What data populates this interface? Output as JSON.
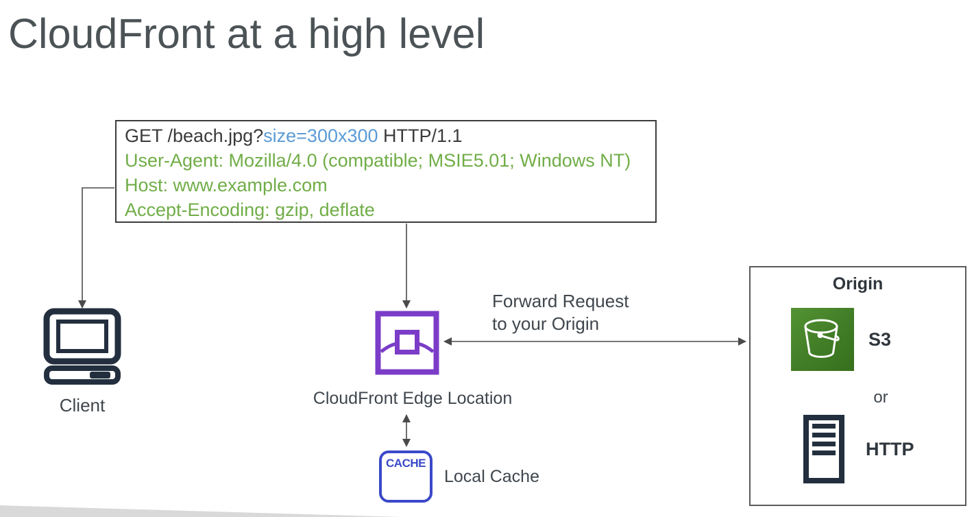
{
  "title": "CloudFront at a high level",
  "request": {
    "line1_prefix": "GET /beach.jpg?",
    "line1_query": "size=300x300",
    "line1_suffix": " HTTP/1.1",
    "line2": "User-Agent: Mozilla/4.0 (compatible; MSIE5.01; Windows NT)",
    "line3": "Host: www.example.com",
    "line4": "Accept-Encoding: gzip, deflate"
  },
  "client": {
    "label": "Client"
  },
  "cloudfront": {
    "label": "CloudFront Edge Location"
  },
  "cache": {
    "badge": "CACHE",
    "label": "Local Cache"
  },
  "forward": {
    "line1": "Forward Request",
    "line2": "to your Origin"
  },
  "origin": {
    "title": "Origin",
    "s3_label": "S3",
    "or_label": "or",
    "http_label": "HTTP"
  },
  "colors": {
    "title_gray": "#4C5356",
    "text_dark": "#3F464D",
    "request_dark": "#3A3A3A",
    "query_blue": "#5B9BD5",
    "header_green": "#70AD47",
    "cloudfront_purple": "#7B3DC8",
    "cache_blue": "#3A49C8",
    "icon_navy": "#232F3E",
    "s3_green_light": "#549334",
    "s3_green_dark": "#36701C",
    "connector_gray": "#4A4A4A",
    "wedge_gray": "#D9D9D9"
  }
}
